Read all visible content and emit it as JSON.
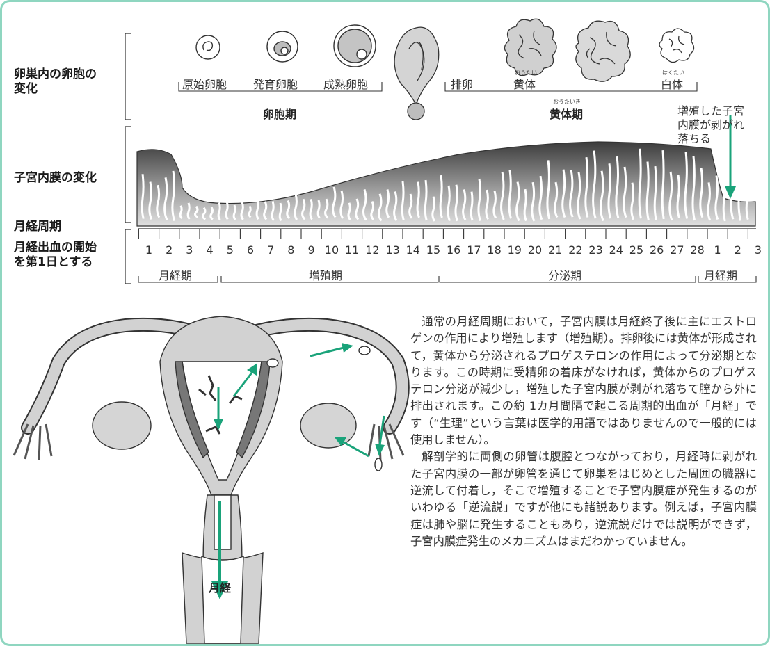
{
  "row_labels": {
    "ovary": "卵巣内の卵胞の\n変化",
    "endometrium": "子宮内膜の変化",
    "cycle": "月経周期",
    "cycle_note": "月経出血の開始\nを第1日とする"
  },
  "follicle_stages": [
    "原始卵胞",
    "発育卵胞",
    "成熟卵胞",
    "排卵",
    "黄体",
    "白体"
  ],
  "ruby": {
    "corpus_luteum": "おうたい",
    "corpus_albicans": "はくたい",
    "luteal_phase": "おうたいき"
  },
  "phases_top": {
    "follicular": "卵胞期",
    "luteal": "黄体期"
  },
  "shed_note": "増殖した子宮\n内膜が剥がれ\n落ちる",
  "days": [
    "1",
    "2",
    "3",
    "4",
    "5",
    "6",
    "7",
    "8",
    "9",
    "10",
    "11",
    "12",
    "13",
    "14",
    "15",
    "16",
    "17",
    "18",
    "19",
    "20",
    "21",
    "22",
    "23",
    "24",
    "25",
    "26",
    "27",
    "28",
    "1",
    "2",
    "3"
  ],
  "phases_bottom": [
    "月経期",
    "増殖期",
    "分泌期",
    "月経期"
  ],
  "menses_label": "月経",
  "paragraph_1": "通常の月経周期において，子宮内膜は月経終了後に主にエストロゲンの作用により増殖します（増殖期）。排卵後には黄体が形成されて，黄体から分泌されるプロゲステロンの作用によって分泌期となります。この時期に受精卵の着床がなければ，黄体からのプロゲステロン分泌が減少し，増殖した子宮内膜が剥がれ落ちて膣から外に排出されます。この約 1カ月間隔で起こる周期的出血が「月経」です（“生理”という言葉は医学的用語ではありませんので一般的には使用しません）。",
  "paragraph_2": "解剖学的に両側の卵管は腹腔とつながっており，月経時に剥がれた子宮内膜の一部が卵管を通じて卵巣をはじめとした周囲の臓器に逆流して付着し，そこで増殖することで子宮内膜症が発生するのがいわゆる「逆流説」ですが他にも諸説あります。例えば，子宮内膜症は肺や脳に発生することもあり，逆流説だけでは説明ができず，子宮内膜症発生のメカニズムはまだわかっていません。",
  "colors": {
    "frame": "#8fd6c0",
    "arrow": "#1aa37a",
    "tissue": "#c8c8c8",
    "dark_tissue": "#808080"
  }
}
